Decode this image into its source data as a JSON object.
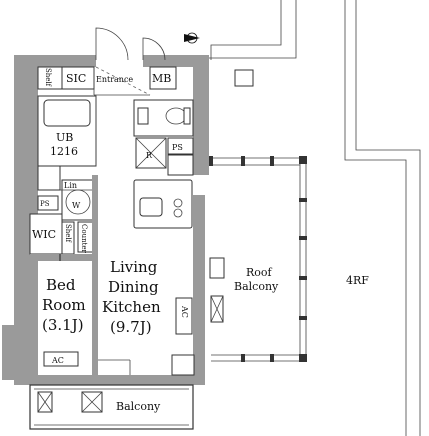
{
  "labels": {
    "shelf_top": "Shelf",
    "sic": "SIC",
    "entrance": "Entrance",
    "mb": "MB",
    "ub": "UB",
    "ub_size": "1216",
    "r": "R",
    "ps": "PS",
    "lin": "Lin",
    "w": "W",
    "ps_left": "PS",
    "wic": "WIC",
    "shelf_wic": "Shelf",
    "counter": "Counter",
    "living": "Living",
    "dining": "Dining",
    "kitchen": "Kitchen",
    "ldk_size": "(9.7J)",
    "ac_ldk": "AC",
    "bed": "Bed",
    "room": "Room",
    "bed_size": "(3.1J)",
    "ac_bed": "AC",
    "roof": "Roof",
    "balcony_roof": "Balcony",
    "rf": "4RF",
    "balcony": "Balcony"
  },
  "icons": {
    "compass": "north-arrow-icon"
  }
}
